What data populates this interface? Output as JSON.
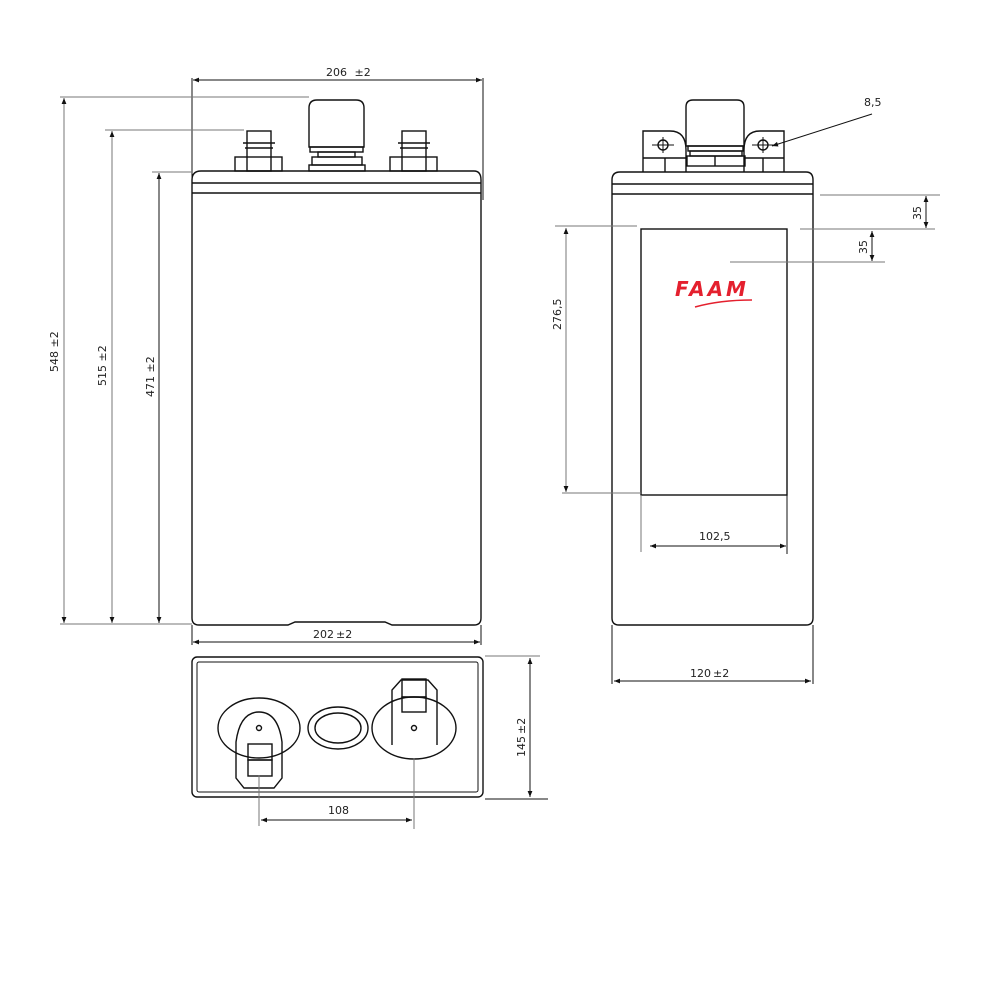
{
  "drawing": {
    "type": "technical-drawing",
    "subject": "battery cell dimensional drawing",
    "brand_logo": "FAAM",
    "brand_color": "#e4202e",
    "line_color": "#111111",
    "leader_color": "#777777"
  },
  "front_view": {
    "width_top": "206",
    "width_top_tol": "±2",
    "width_bottom": "202",
    "width_bottom_tol": "±2",
    "height_total": "548",
    "height_total_tol": "±2",
    "height_terminal": "515",
    "height_terminal_tol": "±2",
    "height_body": "471",
    "height_body_tol": "±2"
  },
  "side_view": {
    "hole_diameter": "8,5",
    "offset_top_1": "35",
    "offset_top_2": "35",
    "label_height": "276,5",
    "label_width": "102,5",
    "depth": "120",
    "depth_tol": "±2"
  },
  "top_view": {
    "depth": "145",
    "depth_tol": "±2",
    "terminal_spacing": "108"
  }
}
